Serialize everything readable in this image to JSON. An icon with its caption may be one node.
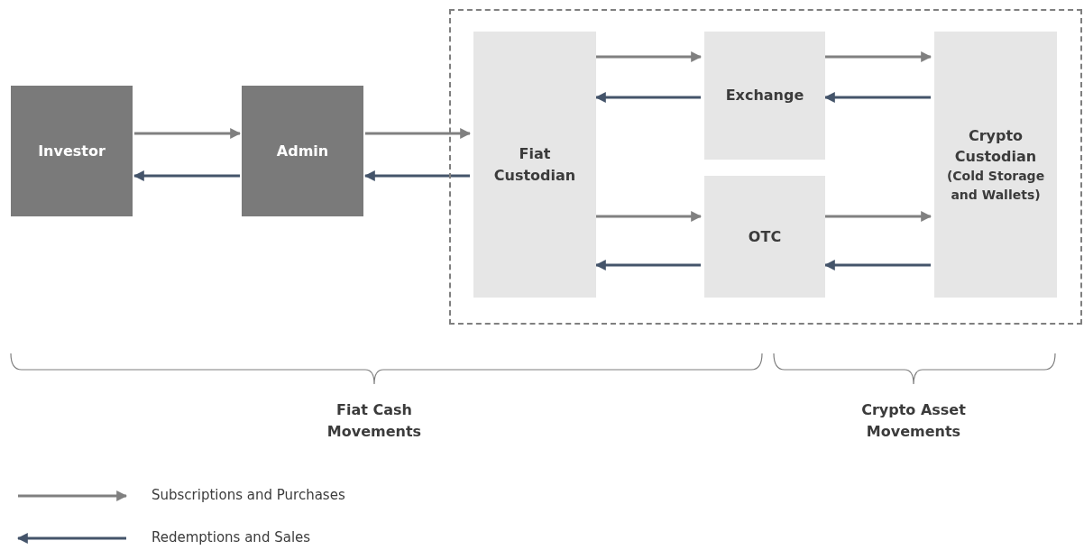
{
  "diagram": {
    "nodes": [
      {
        "text": [
          "Investor"
        ]
      },
      {
        "text": [
          "Admin"
        ]
      },
      {
        "text": [],
        "shape": "box"
      },
      {
        "text": [
          "Fiat Custodian"
        ],
        "in": 2
      },
      {
        "text": [
          "Exchange"
        ],
        "in": 2
      },
      {
        "text": [
          "OTC"
        ],
        "in": 2
      },
      {
        "text": [
          "Crypto Custodian",
          "(Cold Storage and Wallets)"
        ],
        "in": 2
      }
    ],
    "edges": [
      {
        "from": 0,
        "to": 1,
        "arrow": "to",
        "color": "#808080"
      },
      {
        "from": 1,
        "to": 0,
        "arrow": "to",
        "color": "#44546a"
      },
      {
        "from": 1,
        "to": 3,
        "arrow": "to",
        "color": "#808080"
      },
      {
        "from": 3,
        "to": 1,
        "arrow": "to",
        "color": "#44546a"
      },
      {
        "from": 3,
        "to": 4,
        "arrow": "to",
        "color": "#808080"
      },
      {
        "from": 4,
        "to": 3,
        "arrow": "to",
        "color": "#44546a"
      },
      {
        "from": 4,
        "to": 6,
        "arrow": "to",
        "color": "#808080"
      },
      {
        "from": 6,
        "to": 4,
        "arrow": "to",
        "color": "#44546a"
      },
      {
        "from": 3,
        "to": 5,
        "arrow": "to",
        "color": "#808080"
      },
      {
        "from": 5,
        "to": 3,
        "arrow": "to",
        "color": "#44546a"
      },
      {
        "from": 5,
        "to": 6,
        "arrow": "to",
        "color": "#808080"
      },
      {
        "from": 6,
        "to": 5,
        "arrow": "to",
        "color": "#44546a"
      }
    ],
    "labels": [
      "Fiat Cash Movements",
      "Crypto Asset Movements"
    ],
    "legend": [
      {
        "text": "Subscriptions and Purchases"
      },
      {
        "text": "Redemptions and Sales"
      }
    ]
  }
}
